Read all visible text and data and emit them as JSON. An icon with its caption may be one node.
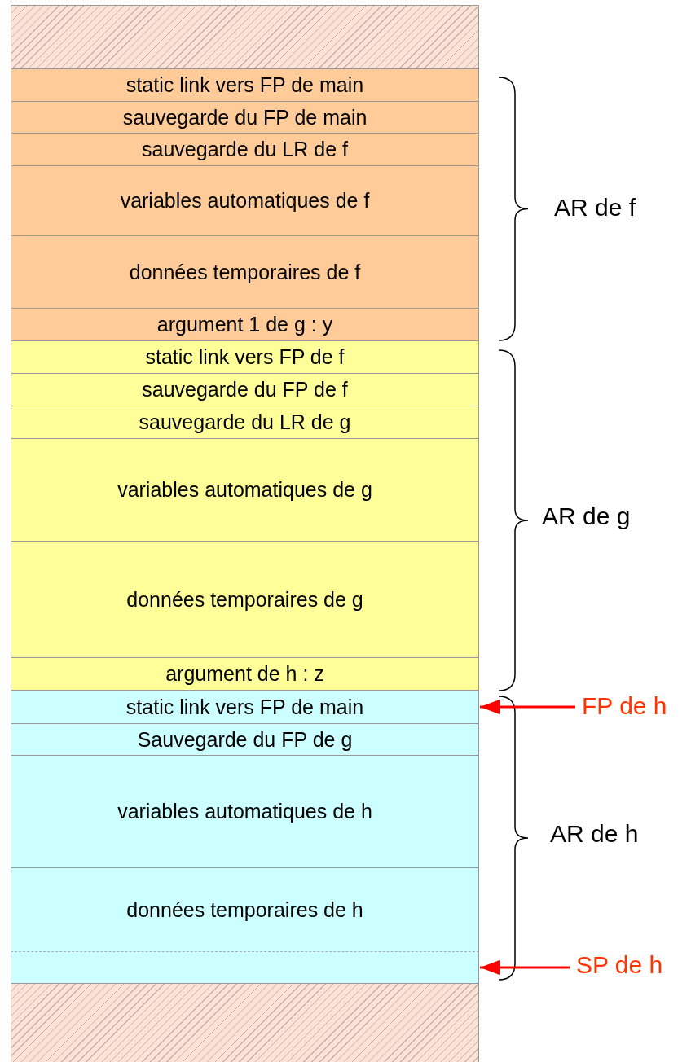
{
  "diagram": {
    "nodes": [
      {
        "text": [],
        "shape": "box"
      },
      {
        "text": [
          "static link vers FP de main"
        ]
      },
      {
        "text": [
          "sauvegarde du FP de main"
        ]
      },
      {
        "text": [
          "sauvegarde du LR de f"
        ]
      },
      {
        "text": [
          "variables automatiques de f"
        ]
      },
      {
        "text": [
          "données temporaires de f"
        ]
      },
      {
        "text": [
          "argument 1 de g : y"
        ]
      },
      {
        "text": [
          "static link vers FP de f"
        ]
      },
      {
        "text": [
          "sauvegarde du FP de f"
        ]
      },
      {
        "text": [
          "sauvegarde du LR de g"
        ]
      },
      {
        "text": [
          "variables automatiques de g"
        ]
      },
      {
        "text": [
          "données temporaires de g"
        ]
      },
      {
        "text": [
          "argument de h : z"
        ]
      },
      {
        "text": [
          "static link vers FP de main"
        ]
      },
      {
        "text": [
          "Sauvegarde du FP de g"
        ]
      },
      {
        "text": [
          "variables automatiques de h"
        ]
      },
      {
        "text": [
          "données temporaires de h"
        ]
      },
      {
        "text": [],
        "shape": "box"
      },
      {
        "text": [],
        "shape": "box"
      },
      {
        "text": [
          "FP de h"
        ]
      },
      {
        "text": [
          "SP de h"
        ]
      }
    ],
    "edges": [
      {
        "from": 19,
        "to": 13,
        "arrow": "to"
      },
      {
        "from": 20,
        "to": 17,
        "arrow": "to"
      }
    ],
    "labels": [
      "AR de f",
      "AR de g",
      "AR de h"
    ]
  }
}
